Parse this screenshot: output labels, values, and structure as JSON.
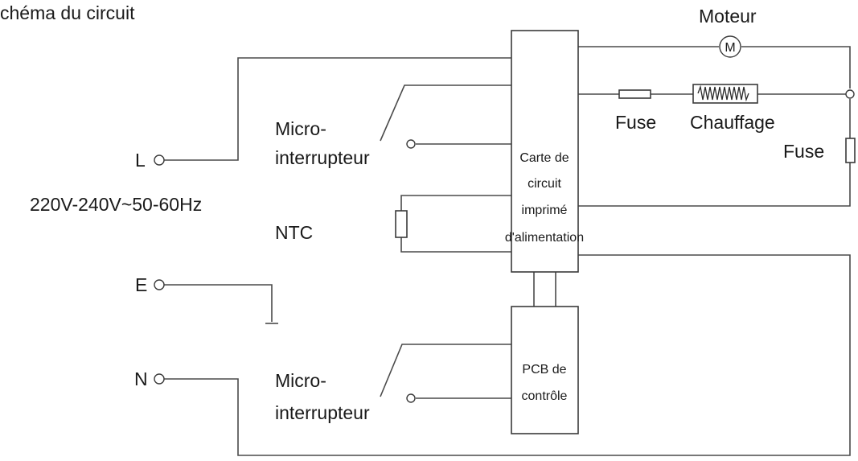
{
  "title": "chéma du circuit",
  "labels": {
    "motor": "Moteur",
    "motor_symbol": "M",
    "fuse_heater": "Fuse",
    "heater": "Chauffage",
    "fuse_right": "Fuse",
    "micro_top_1": "Micro-",
    "micro_top_2": "interrupteur",
    "micro_bottom_1": "Micro-",
    "micro_bottom_2": "interrupteur",
    "terminal_l": "L",
    "terminal_e": "E",
    "terminal_n": "N",
    "voltage": "220V-240V~50-60Hz",
    "ntc": "NTC"
  },
  "power_board": {
    "line1": "Carte de",
    "line2": "circuit",
    "line3": "imprimé",
    "line4": "d'alimentation"
  },
  "control_board": {
    "line1": "PCB de",
    "line2": "contrôle"
  }
}
